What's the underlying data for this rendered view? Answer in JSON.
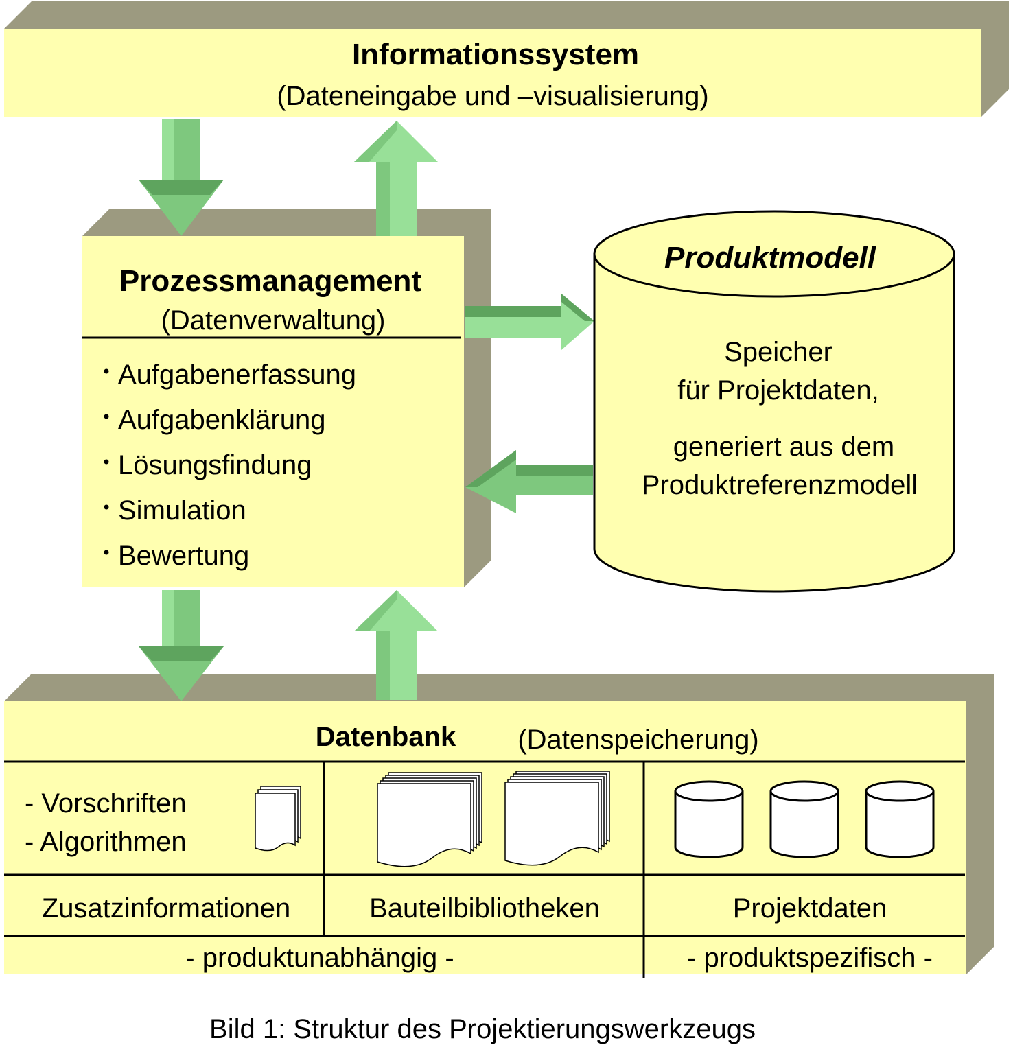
{
  "colors": {
    "box_fill": "#ffffb0",
    "shadow": "#9c9a80",
    "arrow_light": "#98e098",
    "arrow_mid": "#7ec87e",
    "arrow_dark": "#5ea45e",
    "line": "#000000"
  },
  "info_system": {
    "title": "Informationssystem",
    "subtitle": "(Dateneingabe und –visualisierung)"
  },
  "process_management": {
    "title": "Prozessmanagement",
    "subtitle": "(Datenverwaltung)",
    "items": [
      "Aufgabenerfassung",
      "Aufgabenklärung",
      "Lösungsfindung",
      "Simulation",
      "Bewertung"
    ]
  },
  "product_model": {
    "title": "Produktmodell",
    "line1": "Speicher",
    "line2": "für Projektdaten,",
    "line3": "generiert aus dem",
    "line4": "Produktreferenzmodell"
  },
  "database": {
    "title": "Datenbank",
    "subtitle": "(Datenspeicherung)",
    "items": [
      "- Vorschriften",
      "- Algorithmen"
    ],
    "columns": [
      "Zusatzinformationen",
      "Bauteilbibliotheken",
      "Projektdaten"
    ],
    "footer_left": "- produktunabhängig -",
    "footer_right": "- produktspezifisch -"
  },
  "caption": "Bild 1: Struktur des Projektierungswerkzeugs"
}
